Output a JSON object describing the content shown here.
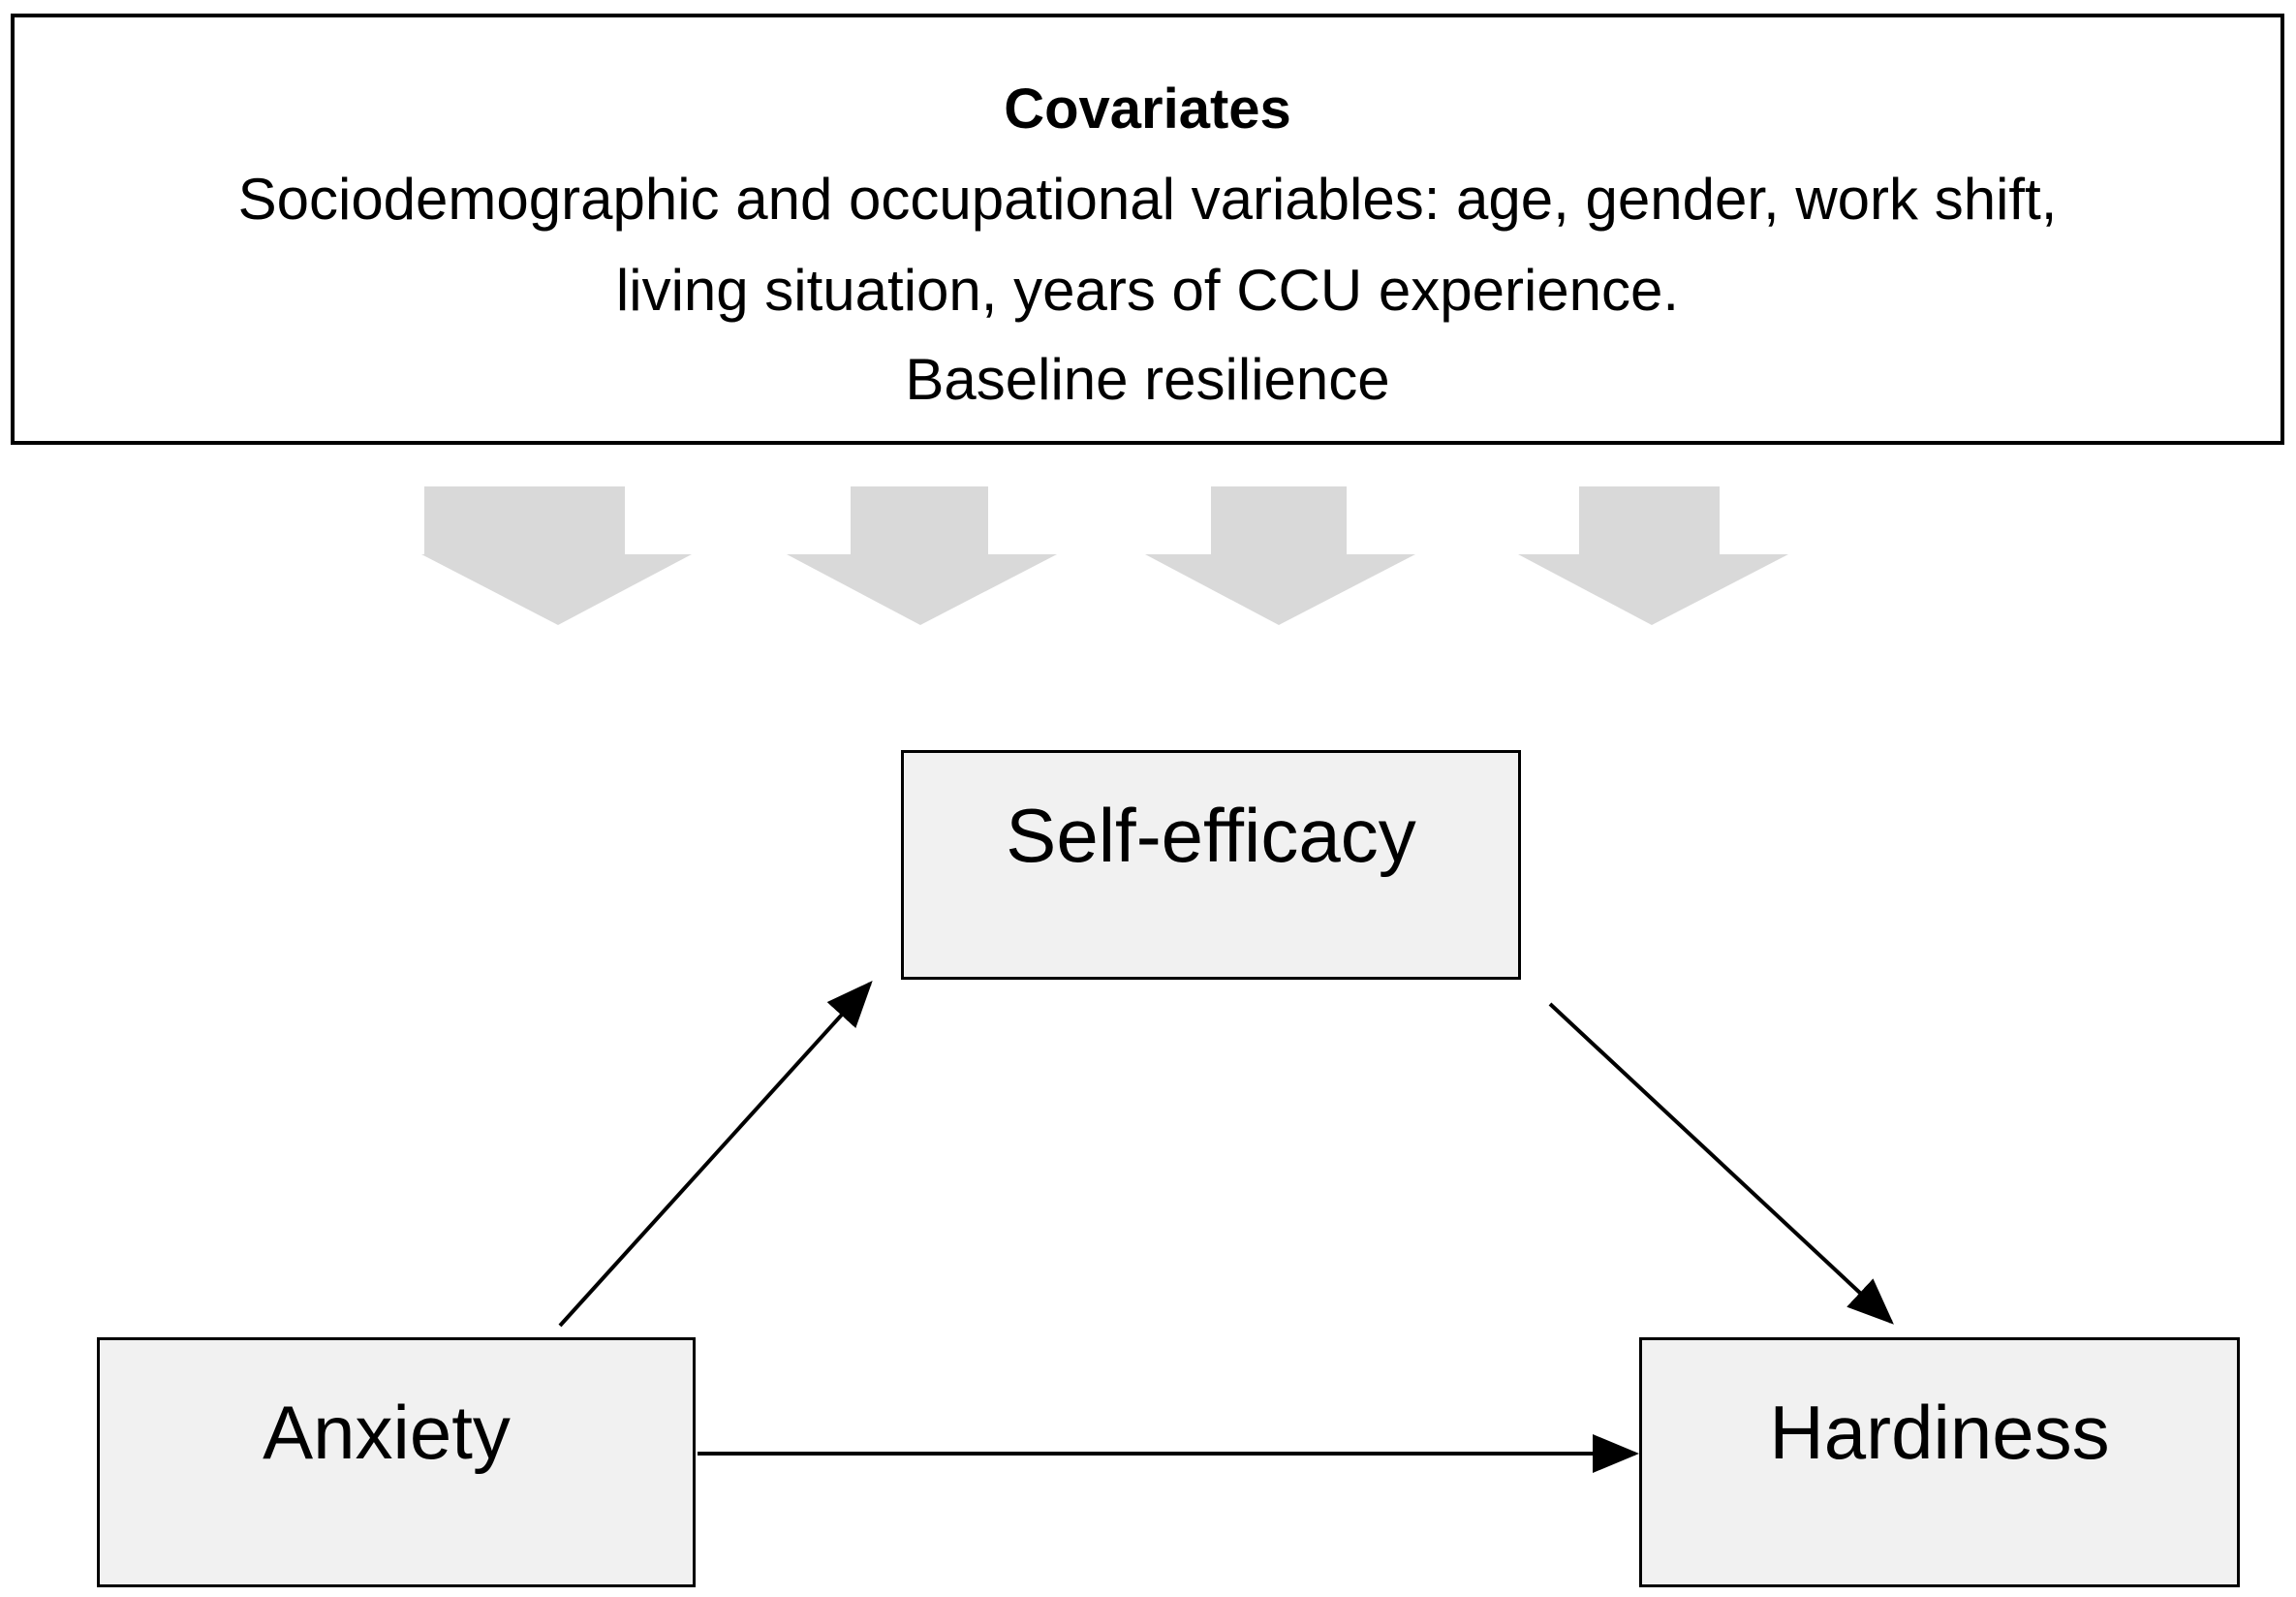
{
  "covariates": {
    "title": "Covariates",
    "line1": "Sociodemographic and occupational variables: age, gender, work shift,",
    "line2": "living situation, years of CCU experience.",
    "line3": "Baseline resilience"
  },
  "nodes": {
    "mediator": "Self-efficacy",
    "predictor": "Anxiety",
    "outcome": "Hardiness"
  },
  "colors": {
    "node_fill": "#f1f1f1",
    "covariate_arrow": "#d9d9d9",
    "stroke": "#000000"
  },
  "edges": [
    {
      "from": "predictor",
      "to": "mediator"
    },
    {
      "from": "mediator",
      "to": "outcome"
    },
    {
      "from": "predictor",
      "to": "outcome"
    }
  ]
}
